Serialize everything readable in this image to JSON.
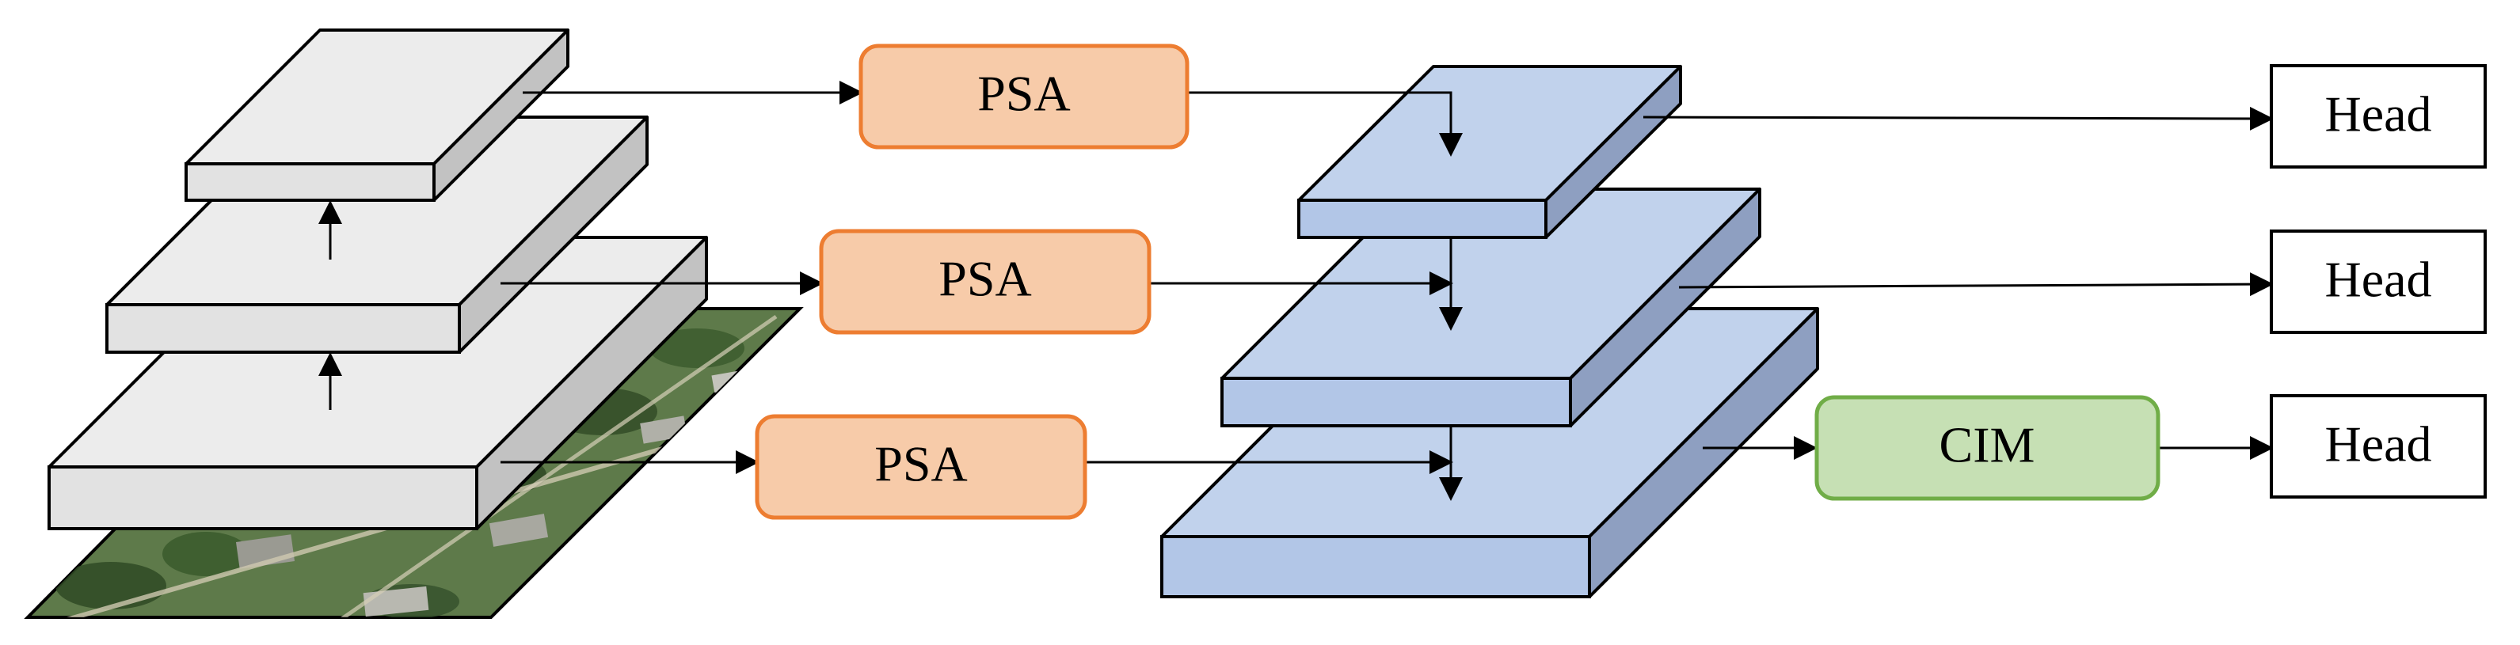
{
  "psa_modules": [
    {
      "label": "PSA"
    },
    {
      "label": "PSA"
    },
    {
      "label": "PSA"
    }
  ],
  "cim_module": {
    "label": "CIM"
  },
  "heads": [
    {
      "label": "Head"
    },
    {
      "label": "Head"
    },
    {
      "label": "Head"
    }
  ],
  "colors": {
    "backbone_top": "#ececec",
    "backbone_front": "#e2e2e2",
    "backbone_side": "#c2c2c2",
    "neck_top": "#c1d2ec",
    "neck_front": "#b2c6e7",
    "neck_side": "#8e9fc1",
    "psa_fill": "#f7cba9",
    "psa_stroke": "#ed7d31",
    "cim_fill": "#c6e0b4",
    "cim_stroke": "#70ad47",
    "head_fill": "#ffffff",
    "aerial_ground": "#5e7a4a"
  }
}
